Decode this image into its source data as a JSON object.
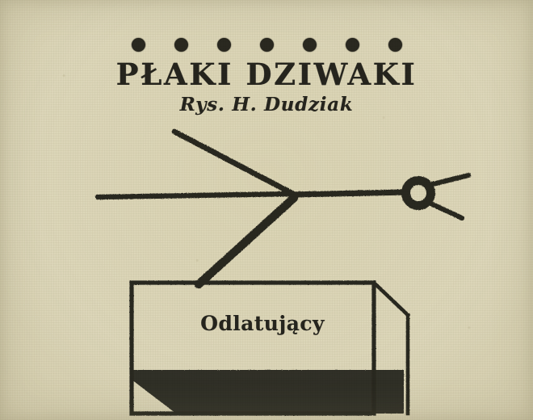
{
  "artwork": {
    "kind": "newspaper-cartoon",
    "language": "pl",
    "ink_color": "#2b2a22",
    "paper_color": "#e4dfc6"
  },
  "header": {
    "dot_rule": {
      "name": "dot-rule",
      "count": 7,
      "dots": [
        "dot-1",
        "dot-2",
        "dot-3",
        "dot-4",
        "dot-5",
        "dot-6",
        "dot-7"
      ]
    },
    "title": "PŁAKI DZIWAKI",
    "byline": "Rys. H. Dudziak"
  },
  "illustration": {
    "subject": "bird",
    "description": "minimalist line-drawn bird perched on a pedestal",
    "parts": {
      "tail": "tail-line",
      "upper_wing": "upper-wing-line",
      "lower_wing": "lower-wing-line",
      "body": "body-line",
      "head_ring": "head-ring",
      "beak_upper": "beak-upper-line",
      "beak_lower": "beak-lower-line"
    }
  },
  "pedestal": {
    "caption": "Odlatujący",
    "shape": "isometric-box",
    "base_fill": "#33322a"
  }
}
